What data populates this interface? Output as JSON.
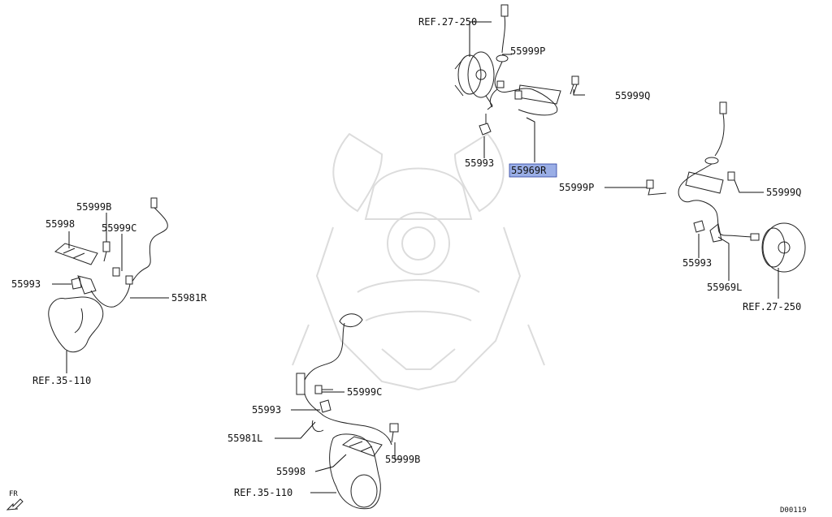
{
  "diagram": {
    "labels": {
      "ref_27_250_top": "REF.27-250",
      "p55999P_top": "55999P",
      "p55999Q_top": "55999Q",
      "p55993_top": "55993",
      "p55969R": "55969R",
      "p55999P_right": "55999P",
      "p55999Q_right": "55999Q",
      "p55993_right": "55993",
      "p55969L": "55969L",
      "ref_27_250_right": "REF.27-250",
      "p55999B_left": "55999B",
      "p55998_left": "55998",
      "p55999C_left": "55999C",
      "p55993_left": "55993",
      "p55981R": "55981R",
      "ref_35_110_left": "REF.35-110",
      "p55999C_bottom": "55999C",
      "p55993_bottom": "55993",
      "p55981L": "55981L",
      "p55999B_bottom": "55999B",
      "p55998_bottom": "55998",
      "ref_35_110_bottom": "REF.35-110"
    },
    "highlighted_part": "55969R",
    "highlight_color": "#9aaee6",
    "fr_label": "FR",
    "drawing_code": "D00119"
  }
}
